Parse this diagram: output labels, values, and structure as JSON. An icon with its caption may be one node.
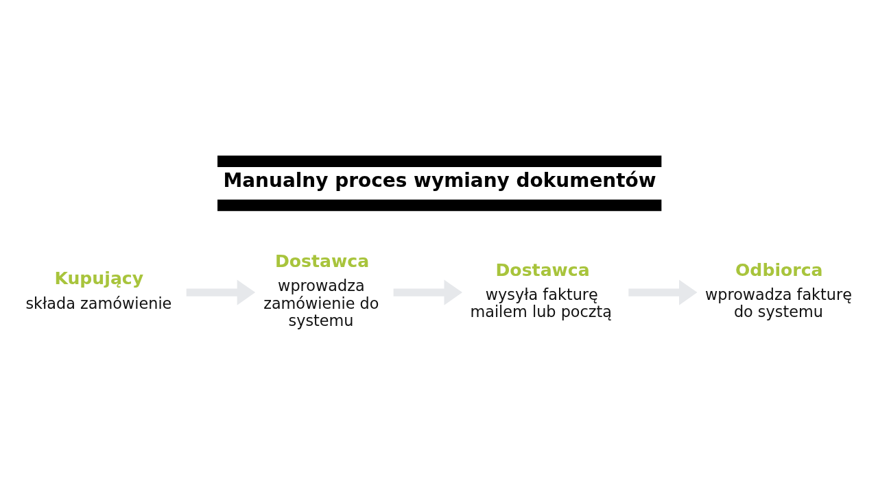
{
  "diagram": {
    "title": "Manualny proces wymiany dokumentów",
    "nodes": [
      {
        "text": [
          "Kupujący",
          "składa zamówienie"
        ]
      },
      {
        "text": [
          "Dostawca",
          "wprowadza zamówienie do systemu"
        ]
      },
      {
        "text": [
          "Dostawca",
          "wysyła fakturę mailem lub pocztą"
        ]
      },
      {
        "text": [
          "Odbiorca",
          "wprowadza fakturę do systemu"
        ]
      }
    ],
    "edges": [
      {
        "from": 0,
        "to": 1,
        "arrow": "to"
      },
      {
        "from": 1,
        "to": 2,
        "arrow": "to"
      },
      {
        "from": 2,
        "to": 3,
        "arrow": "to"
      }
    ]
  }
}
